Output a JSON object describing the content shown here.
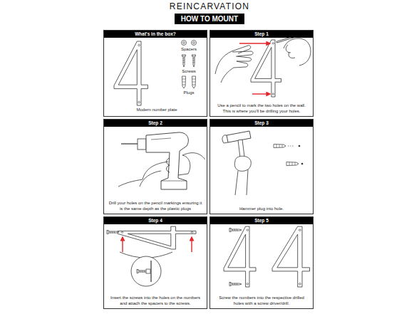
{
  "diagram": {
    "title": "REINCARVATION",
    "nodes": [
      {
        "text": [
          "HOW TO MOUNT"
        ]
      },
      {
        "text": [
          "What's in the box?"
        ]
      },
      {
        "text": [
          "Step 1",
          "Use a pencil to mark the two holes on the wall. This is where you'll be drilling your holes."
        ]
      },
      {
        "text": [
          "Step 2",
          "Drill your holes on the pencil markings ensuring it is the same depth as the plastic plugs"
        ]
      },
      {
        "text": [
          "Step 3",
          "Hammer plug into hole."
        ]
      },
      {
        "text": [
          "Step 4",
          "Insert the screws into the holes on the numbers and attach the spacers to the screws."
        ]
      },
      {
        "text": [
          "Step 5",
          "Screw the numbers into the respective drilled holes with a screw driver/drill."
        ]
      }
    ],
    "labels": [
      "Spacers",
      "Screws",
      "Plugs",
      "Modern number plate"
    ]
  }
}
